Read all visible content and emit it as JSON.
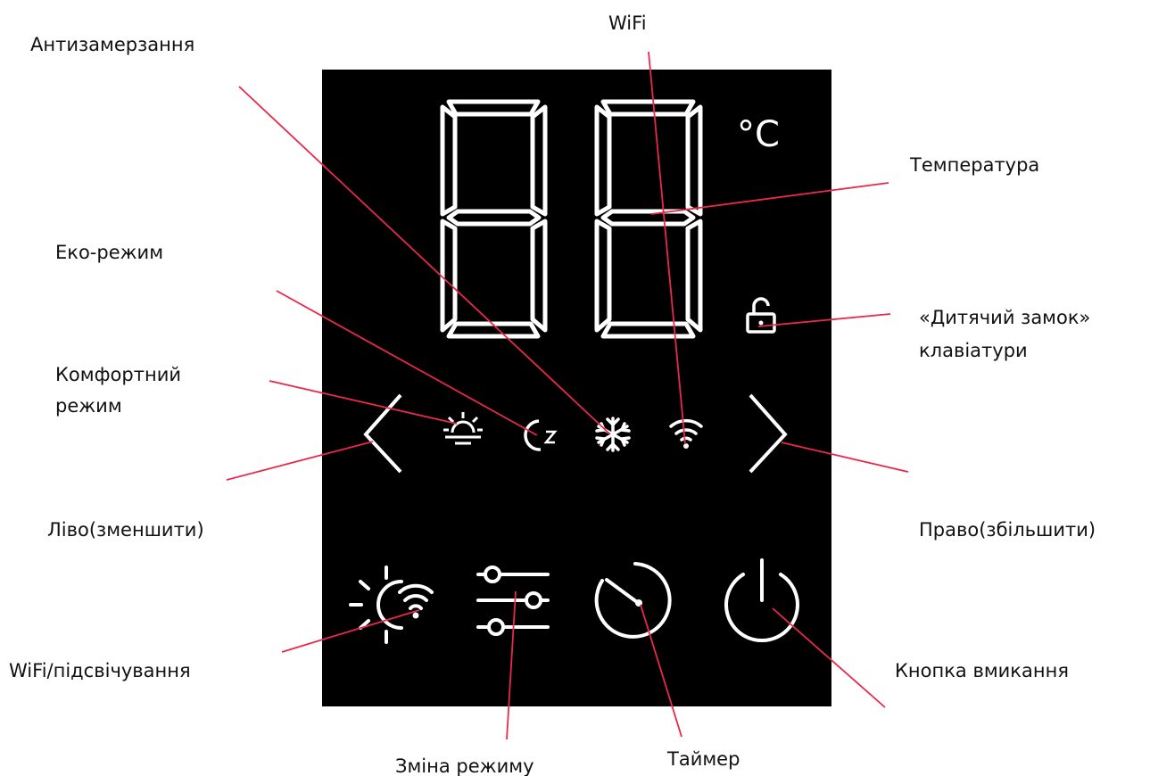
{
  "colors": {
    "background": "#ffffff",
    "panel": "#000000",
    "glyph": "#ffffff",
    "leader_line": "#e8294a",
    "label_text": "#111111"
  },
  "display": {
    "unit_symbol": "°C",
    "digits_shown": "88"
  },
  "labels": {
    "anti_freeze": "Антизамерзання",
    "wifi": "WiFi",
    "temperature": "Температура",
    "eco_mode": "Еко-режим",
    "child_lock_line1": "«Дитячий замок»",
    "child_lock_line2": "клавіатури",
    "comfort_mode_line1": "Комфортний",
    "comfort_mode_line2": "режим",
    "left_decrease": "Ліво(зменшити)",
    "right_increase": "Право(збільшити)",
    "wifi_backlight": "WiFi/підсвічування",
    "power_button": "Кнопка вмикання",
    "mode_change": "Зміна режиму",
    "timer": "Таймер"
  },
  "icons": {
    "indicators": [
      "comfort-sun-icon",
      "eco-moon-icon",
      "snowflake-icon",
      "wifi-icon"
    ],
    "arrows": [
      "chevron-left-icon",
      "chevron-right-icon"
    ],
    "buttons": [
      "wifi-backlight-icon",
      "mode-sliders-icon",
      "timer-icon",
      "power-icon"
    ],
    "status": [
      "padlock-open-icon"
    ]
  }
}
